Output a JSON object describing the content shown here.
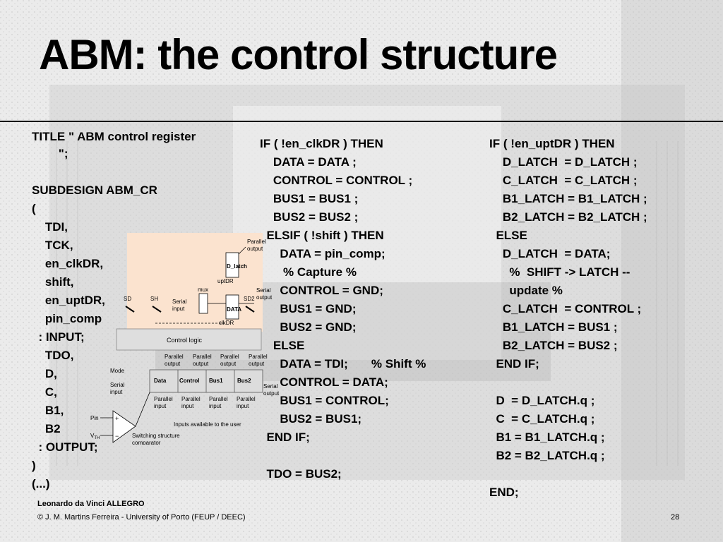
{
  "title": "ABM: the control structure",
  "left_code": [
    "TITLE \" ABM control register",
    "        \";",
    "",
    "SUBDESIGN ABM_CR",
    "(",
    "    TDI,",
    "    TCK,",
    "    en_clkDR,",
    "    shift,",
    "    en_uptDR,",
    "    pin_comp",
    "  : INPUT;",
    "    TDO,",
    "    D,",
    "    C,",
    "    B1,",
    "    B2",
    "  : OUTPUT;",
    ")",
    "(...)"
  ],
  "middle_code": [
    "IF ( !en_clkDR ) THEN",
    "    DATA = DATA ;",
    "    CONTROL = CONTROL ;",
    "    BUS1 = BUS1 ;",
    "    BUS2 = BUS2 ;",
    "  ELSIF ( !shift ) THEN",
    "      DATA = pin_comp;",
    "       % Capture %",
    "      CONTROL = GND;",
    "      BUS1 = GND;",
    "      BUS2 = GND;",
    "    ELSE",
    "      DATA = TDI;       % Shift %",
    "      CONTROL = DATA;",
    "      BUS1 = CONTROL;",
    "      BUS2 = BUS1;",
    "  END IF;",
    "",
    "  TDO = BUS2;"
  ],
  "right_code": [
    "IF ( !en_uptDR ) THEN",
    "    D_LATCH  = D_LATCH ;",
    "    C_LATCH  = C_LATCH ;",
    "    B1_LATCH = B1_LATCH ;",
    "    B2_LATCH = B2_LATCH ;",
    "  ELSE",
    "    D_LATCH  = DATA;",
    "      %  SHIFT -> LATCH --",
    "      update %",
    "    C_LATCH  = CONTROL ;",
    "    B1_LATCH = BUS1 ;",
    "    B2_LATCH = BUS2 ;",
    "  END IF;",
    "",
    "  D  = D_LATCH.q ;",
    "  C  = C_LATCH.q ;",
    "  B1 = B1_LATCH.q ;",
    "  B2 = B2_LATCH.q ;",
    "",
    "END;"
  ],
  "diagram": {
    "labels": {
      "parallel_output_top": [
        "Parallel",
        "output"
      ],
      "d_latch": "D_latch",
      "uptdr": "uptDR",
      "mux": "mux",
      "serial_output_top": [
        "Serial",
        "output"
      ],
      "sd": "SD",
      "sh": "SH",
      "sd2": "SD2",
      "serial_input_top": [
        "Serial",
        "input"
      ],
      "data_ff": "DATA",
      "clkdr": "clkDR",
      "control_logic": "Control logic",
      "parallel_output": [
        "Parallel",
        "output"
      ],
      "mode": "Mode",
      "serial_input": [
        "Serial",
        "input"
      ],
      "cells": [
        "Data",
        "Control",
        "Bus1",
        "Bus2"
      ],
      "serial_output": [
        "Serial",
        "output"
      ],
      "parallel_input": [
        "Parallel",
        "input"
      ],
      "pin": "Pin",
      "vth": "V",
      "vth_sub": "TH",
      "plus": "+",
      "minus": "−",
      "inputs_available": "Inputs available to the user",
      "switching_structure": [
        "Switching structure",
        "comparator"
      ]
    },
    "colors": {
      "highlight": "#fbe3cf",
      "red_text": "#cc0000",
      "block_fill": "#dedede"
    }
  },
  "footer": {
    "author": "Leonardo da Vinci ALLEGRO",
    "copyright": "© J. M. Martins Ferreira - University of Porto (FEUP / DEEC)",
    "page": "28"
  }
}
